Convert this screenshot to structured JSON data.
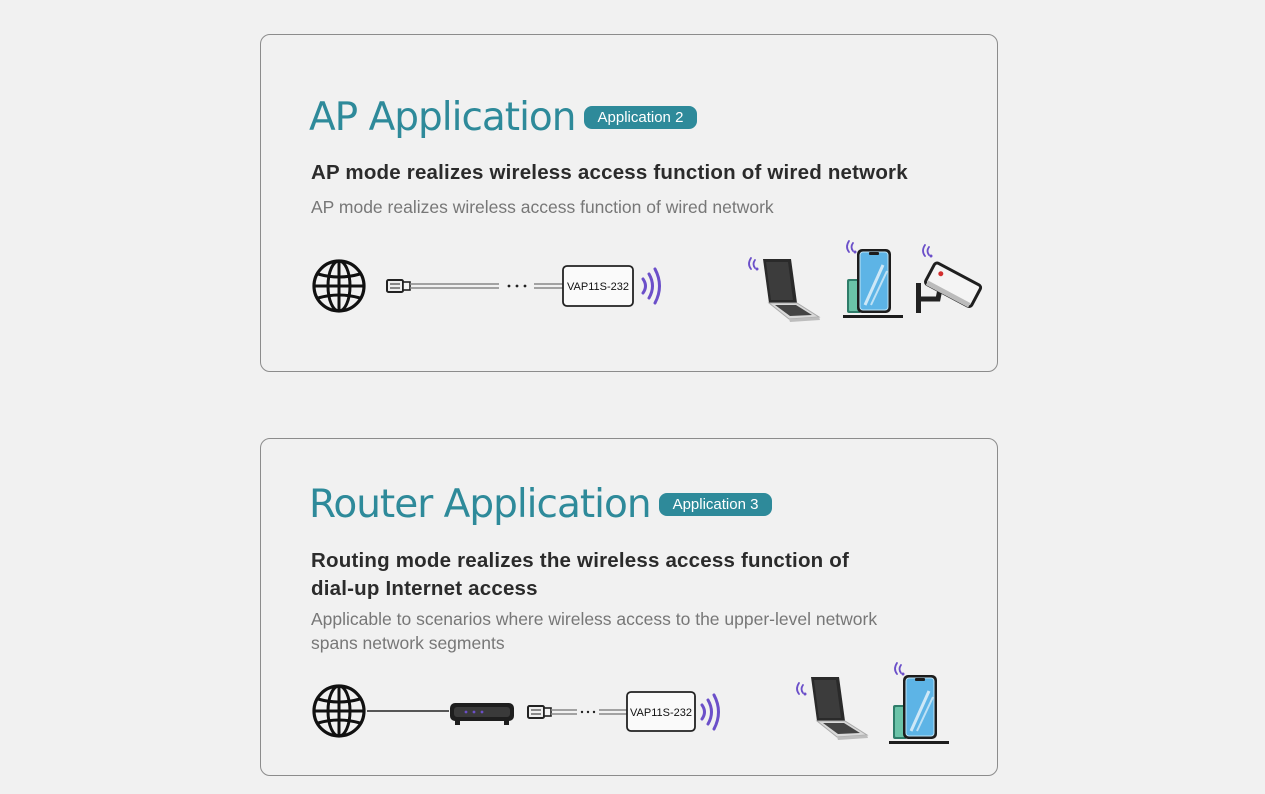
{
  "ap_section": {
    "title": "AP Application",
    "badge": "Application 2",
    "subtitle": "AP mode realizes wireless access function of wired network",
    "description": "AP mode realizes wireless access function of wired network",
    "device_label": "VAP11S-232",
    "icons": [
      "globe-icon",
      "ethernet-cable-icon",
      "wifi-signal-icon",
      "laptop-icon",
      "smartphone-icon",
      "security-camera-icon"
    ]
  },
  "router_section": {
    "title": "Router Application",
    "badge": "Application 3",
    "subtitle_line1": "Routing mode realizes the wireless access function of",
    "subtitle_line2": "dial-up Internet access",
    "description_line1": "Applicable to scenarios where wireless access to the upper-level network",
    "description_line2": "spans network segments",
    "device_label": "VAP11S-232",
    "icons": [
      "globe-icon",
      "router-icon",
      "ethernet-cable-icon",
      "wifi-signal-icon",
      "laptop-icon",
      "smartphone-icon"
    ]
  },
  "colors": {
    "accent": "#2e8a9a",
    "wifi": "#6b4fc9",
    "text_dark": "#2b2b2b",
    "text_gray": "#777777"
  }
}
